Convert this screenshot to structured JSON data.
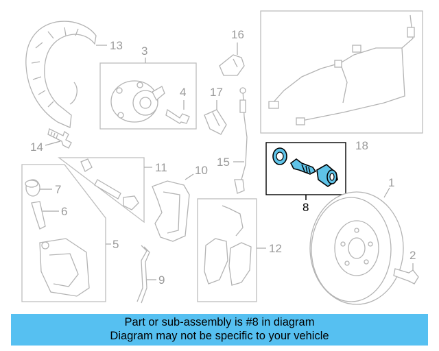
{
  "diagram": {
    "labels": {
      "n1": "1",
      "n2": "2",
      "n3": "3",
      "n4": "4",
      "n5": "5",
      "n6": "6",
      "n7": "7",
      "n8": "8",
      "n9": "9",
      "n10": "10",
      "n11": "11",
      "n12": "12",
      "n13": "13",
      "n14": "14",
      "n15": "15",
      "n16": "16",
      "n17": "17",
      "n18": "18"
    },
    "highlighted_part": "8",
    "colors": {
      "highlight_fill": "#5fc3e8",
      "highlight_stroke": "#000000",
      "part_stroke": "#b3b3b3"
    }
  },
  "banner": {
    "line1": "Part or sub-assembly is #8 in diagram",
    "line2": "Diagram may not be specific to your vehicle",
    "color": "#56c0f1"
  }
}
